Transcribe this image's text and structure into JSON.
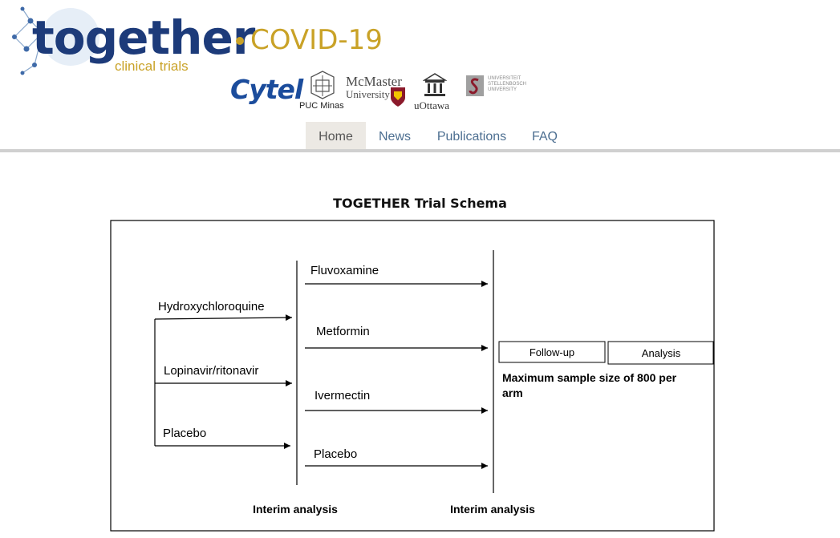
{
  "brand": {
    "name": "together",
    "suffix": "COVID-19",
    "subtitle": "clinical trials"
  },
  "partners": {
    "cytel": "Cytel",
    "puc": "PUC Minas",
    "mcmaster_name": "McMaster",
    "mcmaster_university": "University",
    "ottawa": "uOttawa",
    "stellenbosch": "UNIVERSITEIT STELLENBOSCH UNIVERSITY"
  },
  "nav": {
    "items": [
      {
        "label": "Home",
        "active": true
      },
      {
        "label": "News",
        "active": false
      },
      {
        "label": "Publications",
        "active": false
      },
      {
        "label": "FAQ",
        "active": false
      }
    ]
  },
  "diagram": {
    "title": "TOGETHER Trial Schema",
    "stage1_arms": [
      "Hydroxychloroquine",
      "Lopinavir/ritonavir",
      "Placebo"
    ],
    "stage2_arms": [
      "Fluvoxamine",
      "Metformin",
      "Ivermectin",
      "Placebo"
    ],
    "follow_up": "Follow-up",
    "analysis": "Analysis",
    "sample_size": "Maximum sample size of 800 per arm",
    "interim_1": "Interim analysis",
    "interim_2": "Interim analysis"
  },
  "colors": {
    "brand_blue": "#1d3b7a",
    "brand_gold": "#c9a227",
    "nav_link": "#4d6f91",
    "nav_active_bg": "#ece9e4"
  }
}
